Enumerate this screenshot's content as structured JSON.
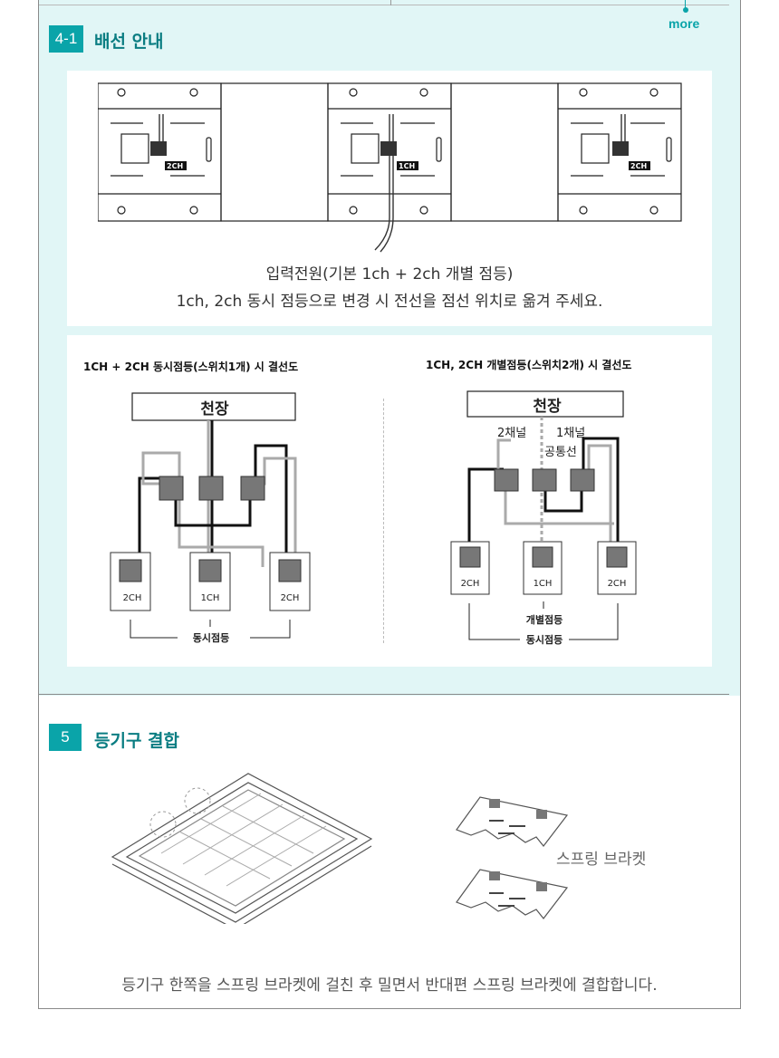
{
  "section4": {
    "badge": "4-1",
    "title": "배선 안내",
    "more_label": "more",
    "module_labels": [
      "2CH",
      "1CH",
      "2CH"
    ],
    "caption_line1": "입력전원(기본 1ch + 2ch 개별 점등)",
    "caption_line2": "1ch, 2ch 동시 점등으로 변경 시 전선을 점선 위치로 옮겨 주세요.",
    "diagram_left": {
      "title": "1CH + 2CH 동시점등(스위치1개) 시 결선도",
      "ceiling": "천장",
      "boxes": [
        "2CH",
        "1CH",
        "2CH"
      ],
      "bottom_label": "동시점등"
    },
    "diagram_right": {
      "title": "1CH, 2CH 개별점등(스위치2개) 시 결선도",
      "ceiling": "천장",
      "wire_label_left": "2채널",
      "wire_label_right": "1채널",
      "wire_label_common": "공통선",
      "boxes": [
        "2CH",
        "1CH",
        "2CH"
      ],
      "mid_label": "개별점등",
      "bottom_label": "동시점등"
    }
  },
  "section5": {
    "badge": "5",
    "title": "등기구 결합",
    "bracket_label": "스프링 브라켓",
    "footer": "등기구 한쪽을 스프링 브라켓에 걸친 후 밀면서 반대편 스프링 브라켓에 결합합니다."
  },
  "colors": {
    "accent": "#0aa4a9",
    "section_bg": "#e1f6f6",
    "title": "#0a7d82"
  }
}
